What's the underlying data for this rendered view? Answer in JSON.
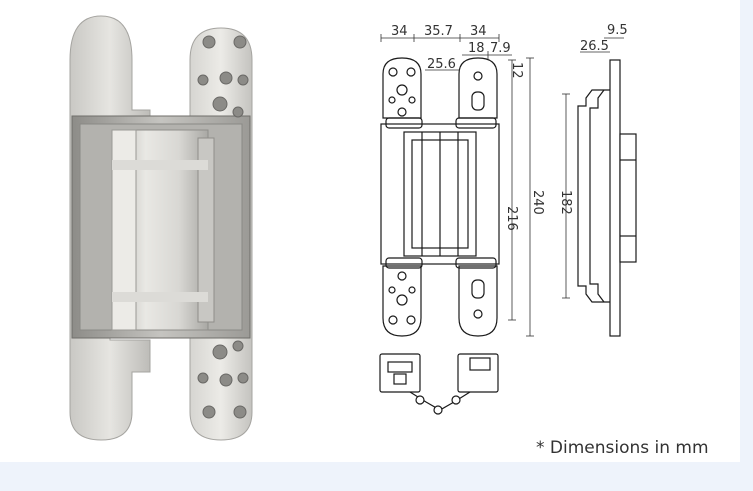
{
  "dimensions": {
    "top_34_left": "34",
    "top_35_7": "35.7",
    "top_34_right": "34",
    "top_18": "18",
    "top_7_9": "7.9",
    "top_25_6": "25.6",
    "right_12": "12",
    "vert_216": "216",
    "vert_240": "240",
    "side_9_5": "9.5",
    "side_26_5": "26.5",
    "side_182": "182"
  },
  "note": "* Dimensions in mm",
  "colors": {
    "metal_light": "#e4e4e4",
    "metal_mid": "#c8c8c6",
    "metal_dark": "#9a9a98",
    "line": "#1a1a1a"
  }
}
